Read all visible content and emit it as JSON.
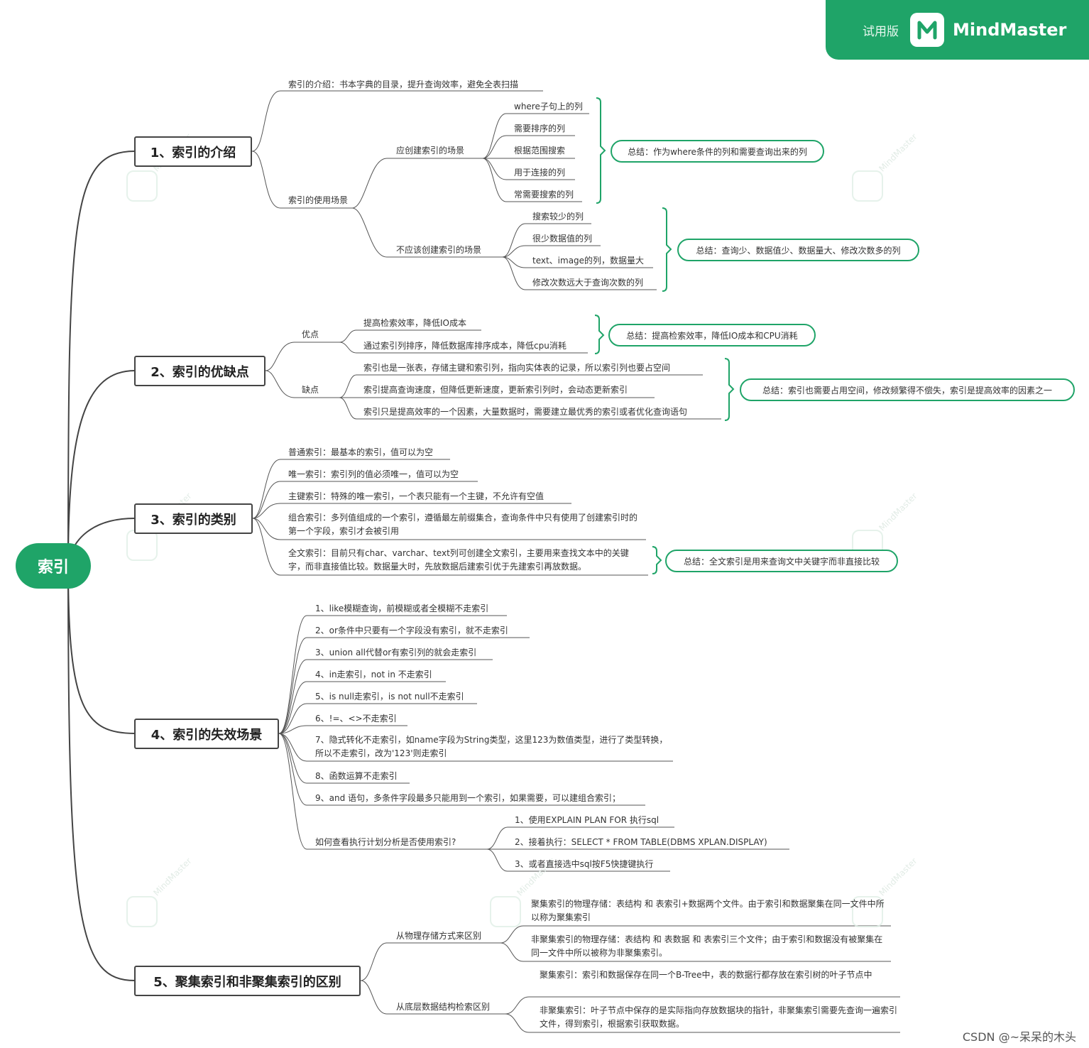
{
  "brand": {
    "trial": "试用版",
    "name": "MindMaster",
    "watermark": "MindMaster"
  },
  "credit": "CSDN @~呆呆的木头",
  "root": "索引",
  "branches": {
    "b1": {
      "title": "1、索引的介绍",
      "intro": "索引的介绍：书本字典的目录，提升查询效率，避免全表扫描",
      "usage": "索引的使用场景",
      "should": {
        "label": "应创建索引的场景",
        "items": [
          "where子句上的列",
          "需要排序的列",
          "根据范围搜索",
          "用于连接的列",
          "常需要搜索的列"
        ],
        "summary": "总结：作为where条件的列和需要查询出来的列"
      },
      "shouldnot": {
        "label": "不应该创建索引的场景",
        "items": [
          "搜索较少的列",
          "很少数据值的列",
          "text、image的列，数据量大",
          "修改次数远大于查询次数的列"
        ],
        "summary": "总结：查询少、数据值少、数据量大、修改次数多的列"
      }
    },
    "b2": {
      "title": "2、索引的优缺点",
      "pros": {
        "label": "优点",
        "items": [
          "提高检索效率，降低IO成本",
          "通过索引列排序，降低数据库排序成本，降低cpu消耗"
        ],
        "summary": "总结：提高检索效率，降低IO成本和CPU消耗"
      },
      "cons": {
        "label": "缺点",
        "items": [
          "索引也是一张表，存储主键和索引列，指向实体表的记录，所以索引列也要占空间",
          "索引提高查询速度，但降低更新速度，更新索引列时，会动态更新索引",
          "索引只是提高效率的一个因素，大量数据时，需要建立最优秀的索引或者优化查询语句"
        ],
        "summary": "总结：索引也需要占用空间，修改频繁得不偿失，索引是提高效率的因素之一"
      }
    },
    "b3": {
      "title": "3、索引的类别",
      "items": [
        "普通索引：最基本的索引，值可以为空",
        "唯一索引：索引列的值必须唯一，值可以为空",
        "主键索引：特殊的唯一索引，一个表只能有一个主键，不允许有空值",
        "组合索引：多列值组成的一个索引，遵循最左前缀集合，查询条件中只有使用了创建索引时的第一个字段，索引才会被引用",
        "全文索引：目前只有char、varchar、text列可创建全文索引，主要用来查找文本中的关键字，而非直接值比较。数据量大时，先放数据后建索引优于先建索引再放数据。"
      ],
      "summary": "总结：全文索引是用来查询文中关键字而非直接比较"
    },
    "b4": {
      "title": "4、索引的失效场景",
      "items": [
        "1、like模糊查询，前模糊或者全模糊不走索引",
        "2、or条件中只要有一个字段没有索引，就不走索引",
        "3、union all代替or有索引列的就会走索引",
        "4、in走索引，not in 不走索引",
        "5、is null走索引，is not null不走索引",
        "6、!=、<>不走索引",
        "7、隐式转化不走索引，如name字段为String类型，这里123为数值类型，进行了类型转换，所以不走索引，改为'123'则走索引",
        "8、函数运算不走索引",
        "9、and 语句，多条件字段最多只能用到一个索引，如果需要，可以建组合索引；"
      ],
      "explain": {
        "label": "如何查看执行计划分析是否使用索引?",
        "items": [
          "1、使用EXPLAIN PLAN FOR 执行sql",
          "2、接着执行：SELECT * FROM TABLE(DBMS XPLAN.DISPLAY)",
          "3、或者直接选中sql按F5快捷键执行"
        ]
      }
    },
    "b5": {
      "title": "5、聚集索引和非聚集索引的区别",
      "physical": {
        "label": "从物理存储方式来区别",
        "items": [
          "聚集索引的物理存储：表结构 和 表索引+数据两个文件。由于索引和数据聚集在同一文件中所以称为聚集索引",
          "非聚集索引的物理存储：表结构 和 表数据 和 表索引三个文件；由于索引和数据没有被聚集在同一文件中所以被称为非聚集索引。"
        ]
      },
      "structure": {
        "label": "从底层数据结构检索区别",
        "items": [
          "聚集索引：索引和数据保存在同一个B-Tree中，表的数据行都存放在索引树的叶子节点中",
          "非聚集索引：叶子节点中保存的是实际指向存放数据块的指针，非聚集索引需要先查询一遍索引文件，得到索引，根据索引获取数据。"
        ]
      }
    }
  }
}
